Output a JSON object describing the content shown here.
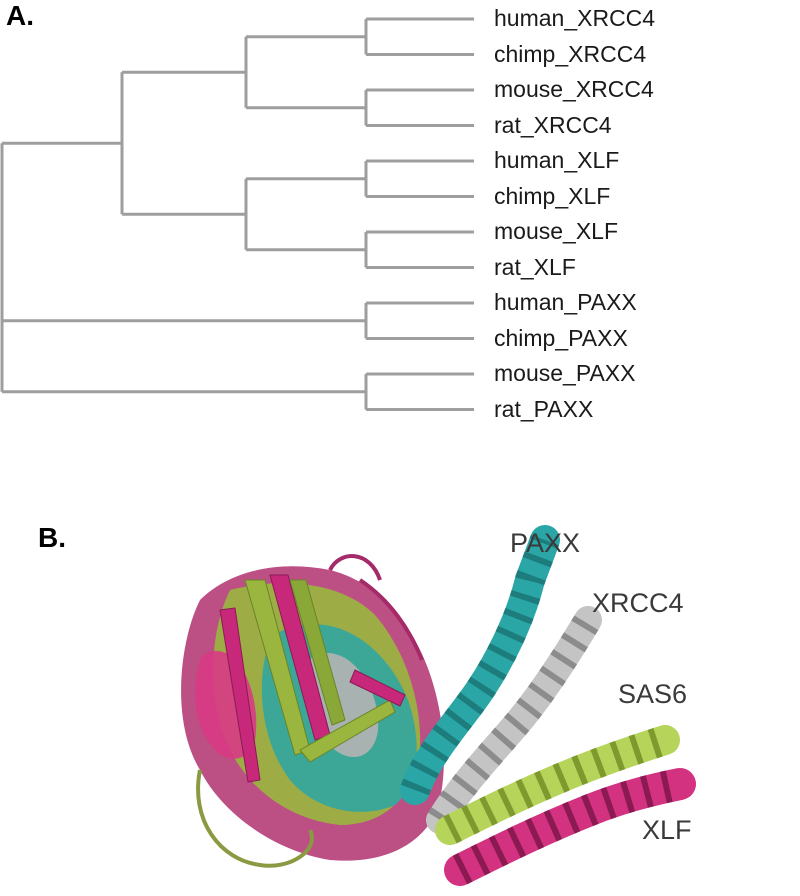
{
  "panel_a": {
    "label": "A.",
    "leaves": [
      "human_XRCC4",
      "chimp_XRCC4",
      "mouse_XRCC4",
      "rat_XRCC4",
      "human_XLF",
      "chimp_XLF",
      "mouse_XLF",
      "rat_XLF",
      "human_PAXX",
      "chimp_PAXX",
      "mouse_PAXX",
      "rat_PAXX"
    ],
    "branch_color": "#9e9e9e"
  },
  "panel_b": {
    "label": "B.",
    "proteins": {
      "paxx": {
        "name": "PAXX",
        "color": "#2aa6a6"
      },
      "xrcc4": {
        "name": "XRCC4",
        "color": "#b4b4b4"
      },
      "sas6": {
        "name": "SAS6",
        "color": "#aac84c"
      },
      "xlf": {
        "name": "XLF",
        "color": "#c8287a"
      }
    }
  }
}
